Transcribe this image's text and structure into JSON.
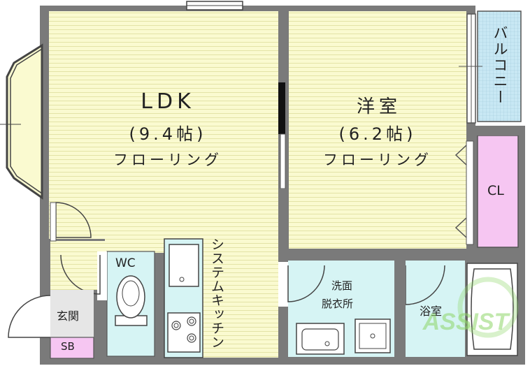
{
  "rooms": {
    "ldk": {
      "name": "LDK",
      "size": "(9.4帖)",
      "floor": "フローリング"
    },
    "western": {
      "name": "洋室",
      "size": "(6.2帖)",
      "floor": "フローリング"
    },
    "balcony": {
      "name": "バルコニー"
    },
    "closet": {
      "name": "CL"
    },
    "wc": {
      "name": "WC"
    },
    "kitchen": {
      "name": "システムキッチン"
    },
    "washroom": {
      "name_line1": "洗面",
      "name_line2": "脱衣所"
    },
    "bath": {
      "name": "浴室"
    },
    "entrance": {
      "name": "玄関"
    },
    "shoebox": {
      "name": "SB"
    }
  },
  "watermark": {
    "text": "ASSIST"
  },
  "colors": {
    "flooring": "#fafad0",
    "flooring_lines": "#e3e3a6",
    "wet_area": "#d6f4f4",
    "closet": "#f6c6f2",
    "balcony": "#c8e8f4",
    "wall": "#555555",
    "watermark": "#8fd66a"
  }
}
